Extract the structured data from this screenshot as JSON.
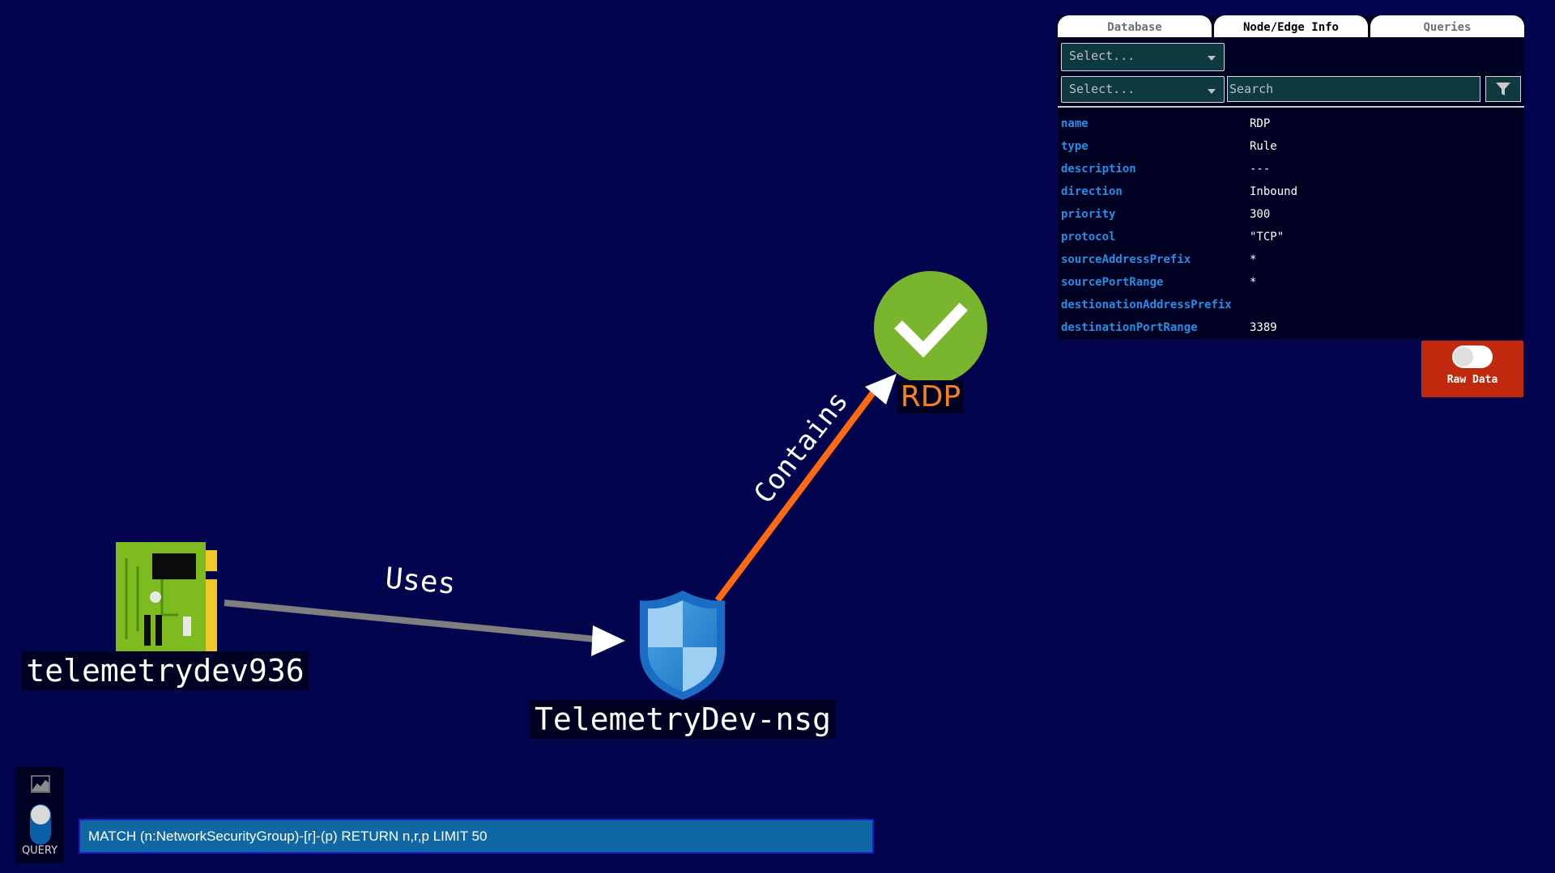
{
  "graph": {
    "nodes": {
      "vm": {
        "label": "telemetrydev936",
        "icon": "network-interface-icon"
      },
      "nsg": {
        "label": "TelemetryDev-nsg",
        "icon": "shield-icon"
      },
      "rule": {
        "label": "RDP",
        "icon": "checkmark-icon"
      }
    },
    "edges": {
      "uses": {
        "label": "Uses",
        "color": "#7f7f7f"
      },
      "contains": {
        "label": "Contains",
        "color": "#ff6a10"
      }
    }
  },
  "panel": {
    "tabs": [
      {
        "label": "Database"
      },
      {
        "label": "Node/Edge Info"
      },
      {
        "label": "Queries"
      }
    ],
    "select1": "Select...",
    "select2": "Select...",
    "search_placeholder": "Search",
    "properties": [
      {
        "key": "name",
        "value": "RDP"
      },
      {
        "key": "type",
        "value": "Rule"
      },
      {
        "key": "description",
        "value": "---"
      },
      {
        "key": "direction",
        "value": "Inbound"
      },
      {
        "key": "priority",
        "value": "300"
      },
      {
        "key": "protocol",
        "value": "\"TCP\""
      },
      {
        "key": "sourceAddressPrefix",
        "value": "*"
      },
      {
        "key": "sourcePortRange",
        "value": "*"
      },
      {
        "key": "destionationAddressPrefix",
        "value": ""
      },
      {
        "key": "destinationPortRange",
        "value": "3389"
      }
    ]
  },
  "raw_data": {
    "label": "Raw Data"
  },
  "query_toggle": {
    "label": "QUERY"
  },
  "query": {
    "value": "MATCH (n:NetworkSecurityGroup)-[r]-(p) RETURN n,r,p LIMIT 50"
  },
  "colors": {
    "background": "#03044e",
    "accent_key": "#1e90e8",
    "raw_data_button": "#c1290f",
    "rdp_label": "#f5811f"
  }
}
